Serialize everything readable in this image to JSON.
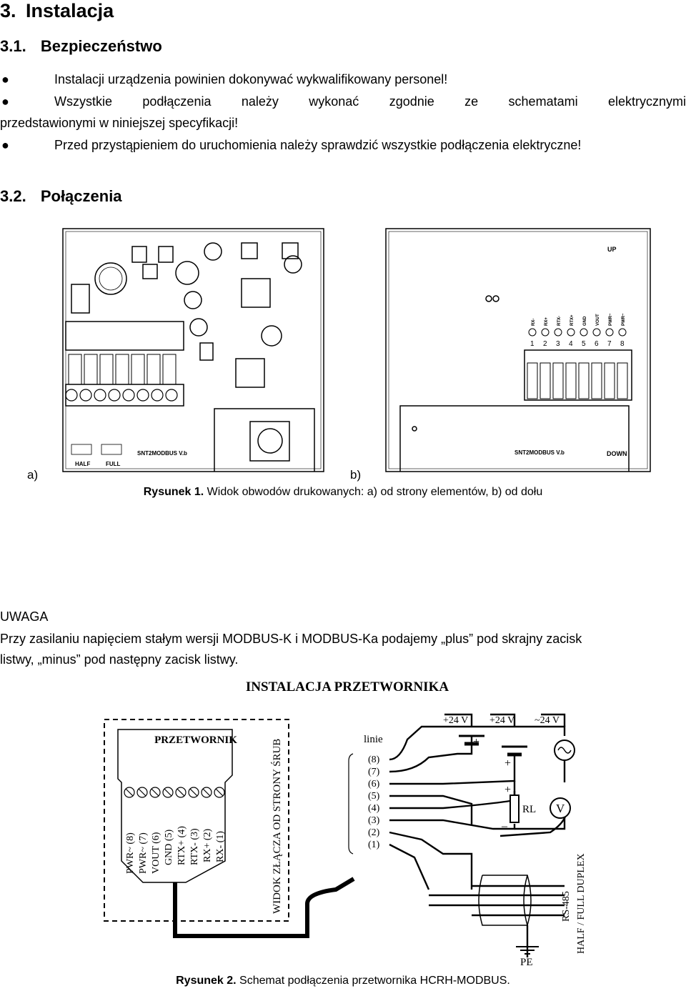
{
  "section": {
    "number": "3.",
    "title": "Instalacja"
  },
  "safety": {
    "number": "3.1.",
    "title": "Bezpieczeństwo",
    "bullets": [
      "Instalacji urządzenia powinien dokonywać wykwalifikowany personel!",
      "Wszystkie podłączenia należy wykonać zgodnie ze schematami elektrycznymi",
      "przedstawionymi w niniejszej specyfikacji!",
      "Przed przystąpieniem do uruchomienia należy sprawdzić wszystkie podłączenia elektryczne!"
    ]
  },
  "connections": {
    "number": "3.2.",
    "title": "Połączenia"
  },
  "figure1": {
    "label_a": "a)",
    "label_b": "b)",
    "board_a_text": [
      "HALF",
      "FULL",
      "SNT2MODBUS V.b"
    ],
    "board_b_text": [
      "UP",
      "DOWN",
      "SNT2MODBUS V.b"
    ],
    "board_b_pins": [
      "1",
      "2",
      "3",
      "4",
      "5",
      "6",
      "7",
      "8"
    ],
    "board_b_pin_names": [
      "RX-",
      "RX+",
      "RTX-",
      "RTX+",
      "GND",
      "VOUT",
      "PWR~",
      "PWR~"
    ],
    "caption_bold": "Rysunek 1.",
    "caption_text": " Widok obwodów drukowanych: a) od strony elementów, b) od dołu"
  },
  "warning": {
    "title": "UWAGA",
    "line1": "Przy zasilaniu napięciem stałym wersji MODBUS-K i MODBUS-Ka podajemy „plus” pod skrajny zacisk",
    "line2": "listwy, „minus” pod następny zacisk listwy."
  },
  "figure2": {
    "title": "INSTALACJA PRZETWORNIKA",
    "box_title": "PRZETWORNIK",
    "view_label": "WIDOK ZŁĄCZA OD STRONY ŚRUB",
    "terminals": [
      "PWR~ (8)",
      "PWR~ (7)",
      "VOUT (6)",
      "GND (5)",
      "RTX+ (4)",
      "RTX- (3)",
      "RX+ (2)",
      "RX- (1)"
    ],
    "linie_label": "linie",
    "line_numbers": [
      "(8)",
      "(7)",
      "(6)",
      "(5)",
      "(4)",
      "(3)",
      "(2)",
      "(1)"
    ],
    "supplies": [
      "+24 V",
      "+24 V",
      "~24 V"
    ],
    "plus": "+",
    "minus": "–",
    "rl": "RL",
    "v": "V",
    "pe": "PE",
    "rs485": "RS-485",
    "duplex": "HALF / FULL DUPLEX",
    "caption_bold": "Rysunek 2.",
    "caption_text": " Schemat podłączenia przetwornika HCRH-MODBUS."
  }
}
